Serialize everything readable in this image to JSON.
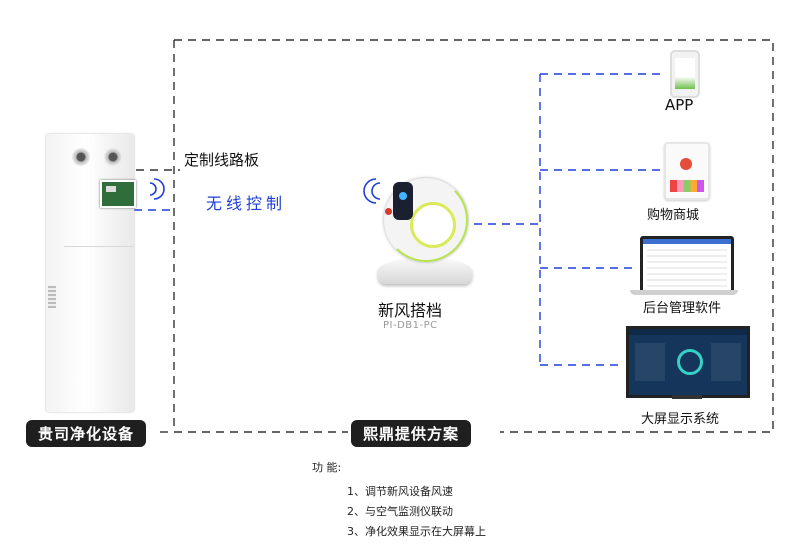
{
  "labels": {
    "board": "定制线路板",
    "wireless": "无线控制",
    "device_name": "新风搭档",
    "device_model": "PI-DB1-PC",
    "app": "APP",
    "shop": "购物商城",
    "backend": "后台管理软件",
    "bigscreen": "大屏显示系统"
  },
  "pills": {
    "left": "贵司净化设备",
    "center": "熙鼎提供方案"
  },
  "functions": {
    "title": "功 能:",
    "items": [
      "1、调节新风设备风速",
      "2、与空气监测仪联动",
      "3、净化效果显示在大屏幕上"
    ]
  },
  "colors": {
    "dash_black": "#333333",
    "dash_blue": "#1e3fd8",
    "pill_bg": "#1f1f1f"
  }
}
